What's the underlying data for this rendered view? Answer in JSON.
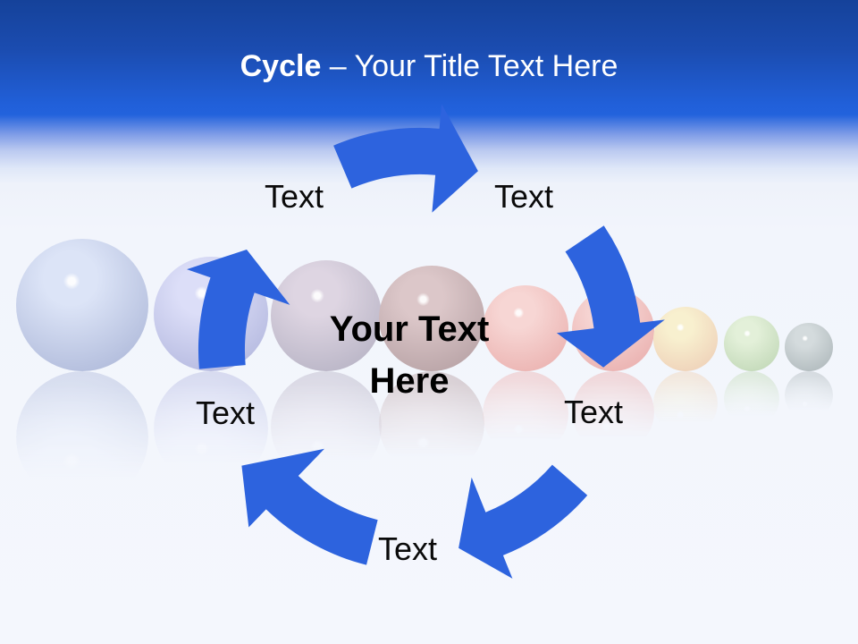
{
  "title": {
    "bold": "Cycle",
    "rest": " – Your Title Text Here"
  },
  "theme": {
    "header_top_blue": "#15429a",
    "header_bright_blue": "#2262dc",
    "page_background": "#f3f6fc",
    "arrow_blue": "#2d63de",
    "label_text_color": "#0a0a0a",
    "title_text_color": "#ffffff",
    "sphere_highlight": "#ffffff"
  },
  "cycle": {
    "center_label_line1": "Your Text",
    "center_label_line2": "Here",
    "labels": [
      {
        "position": "top-left",
        "text": "Text"
      },
      {
        "position": "top-right",
        "text": "Text"
      },
      {
        "position": "middle-right",
        "text": "Text"
      },
      {
        "position": "bottom",
        "text": "Text"
      },
      {
        "position": "middle-left",
        "text": "Text"
      }
    ],
    "arrows": [
      {
        "name": "curved-arrow-top"
      },
      {
        "name": "curved-arrow-right"
      },
      {
        "name": "curved-arrow-bottom-right"
      },
      {
        "name": "curved-arrow-bottom-left"
      },
      {
        "name": "curved-arrow-left"
      }
    ]
  },
  "background_spheres": [
    {
      "light": "#dce4f7",
      "dark": "#a9b4d6"
    },
    {
      "light": "#dcdef8",
      "dark": "#aeb3db"
    },
    {
      "light": "#ded5e2",
      "dark": "#b2afc1"
    },
    {
      "light": "#dcc7c9",
      "dark": "#b29da0"
    },
    {
      "light": "#f7d6d4",
      "dark": "#e9adab"
    },
    {
      "light": "#f6d4d2",
      "dark": "#e8abaa"
    },
    {
      "light": "#f8f0cf",
      "dark": "#edccb5"
    },
    {
      "light": "#e3f0d9",
      "dark": "#bdd5b3"
    },
    {
      "light": "#d4dbdd",
      "dark": "#abb5b8"
    }
  ]
}
